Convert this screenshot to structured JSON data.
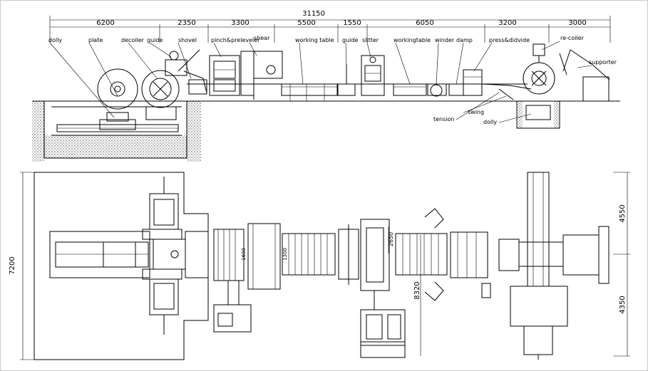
{
  "dimensions": {
    "total": "31150",
    "segments": [
      "6200",
      "2350",
      "3300",
      "5500",
      "1550",
      "6050",
      "3200",
      "3000"
    ],
    "plan_width": "7200",
    "right_upper": "4550",
    "right_lower": "4350",
    "middle_lower": "8320",
    "middle_upper": "2650",
    "table_a": "1300",
    "table_b": "1600"
  },
  "labels": {
    "dolly": "dolly",
    "plate": "plate",
    "decoiler": "decoiler",
    "guide": "guide",
    "shovel": "shovel",
    "pinch_preleveler": "pinch&preleveler",
    "shear": "shear",
    "working_table": "working  table",
    "guide2": "guide",
    "slitter": "slitter",
    "working_table2": "workingtable",
    "winder": "winder",
    "damp": "damp",
    "press_divide": "press&didvide",
    "recoiler": "re-coiler",
    "supporter": "supporter",
    "tension": "tension",
    "swing": "swing",
    "dolly2": "dolly"
  }
}
